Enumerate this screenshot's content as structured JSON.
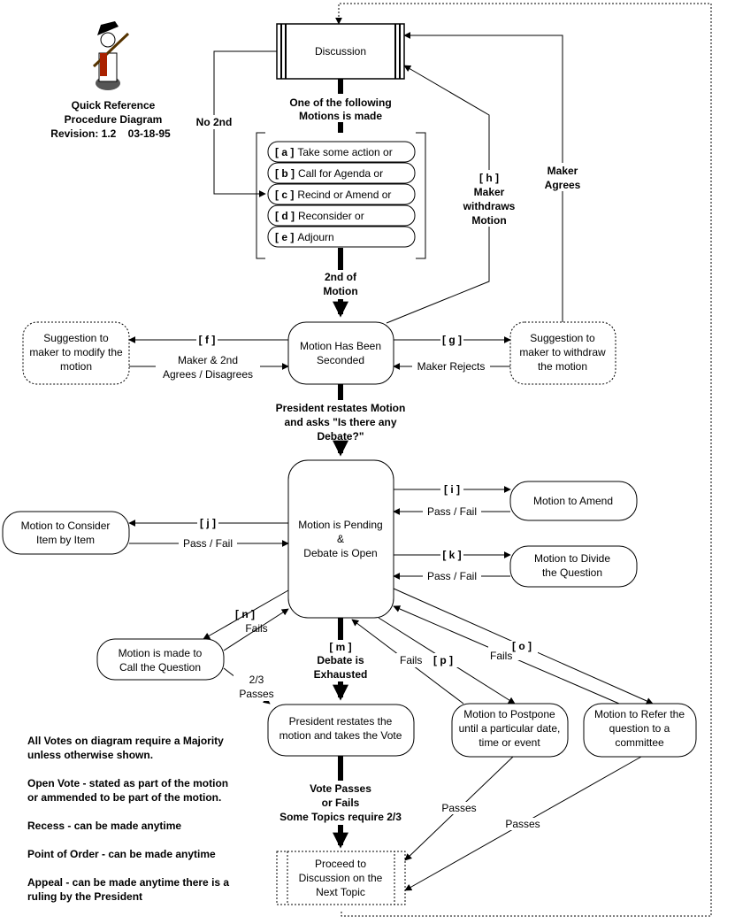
{
  "header": {
    "title_lines": [
      "Quick Reference",
      "Procedure Diagram",
      "Revision: 1.2    03-18-95"
    ]
  },
  "nodes": {
    "discussion": "Discussion",
    "options": [
      {
        "tag": "[ a ]",
        "text": "Take some action or"
      },
      {
        "tag": "[ b ]",
        "text": "Call for Agenda or"
      },
      {
        "tag": "[ c ]",
        "text": "Recind or Amend or"
      },
      {
        "tag": "[ d ]",
        "text": "Reconsider or"
      },
      {
        "tag": "[ e ]",
        "text": "Adjourn"
      }
    ],
    "seconded": [
      "Motion Has Been",
      "Seconded"
    ],
    "suggest_modify": [
      "Suggestion to",
      "maker to modify the",
      "motion"
    ],
    "suggest_withdraw": [
      "Suggestion to",
      "maker to withdraw",
      "the motion"
    ],
    "pending": [
      "Motion is Pending",
      "&",
      "Debate is Open"
    ],
    "amend": "Motion to Amend",
    "divide": [
      "Motion to Divide",
      "the Question"
    ],
    "consider": [
      "Motion to Consider",
      "Item by Item"
    ],
    "call_question": [
      "Motion is made to",
      "Call the Question"
    ],
    "vote": [
      "President restates the",
      "motion and takes the Vote"
    ],
    "postpone": [
      "Motion to Postpone",
      "until a particular date,",
      "time or event"
    ],
    "refer": [
      "Motion to Refer the",
      "question to a",
      "committee"
    ],
    "next_topic": [
      "Proceed to",
      "Discussion on the",
      "Next Topic"
    ]
  },
  "labels": {
    "one_of": [
      "One of the following",
      "Motions is made"
    ],
    "no_2nd": "No 2nd",
    "second_of": [
      "2nd of",
      "Motion"
    ],
    "h": [
      "[ h ]",
      "Maker",
      "withdraws",
      "Motion"
    ],
    "maker_agrees": [
      "Maker",
      "Agrees"
    ],
    "f": "[ f ]",
    "g": "[ g ]",
    "maker_2nd": [
      "Maker & 2nd",
      "Agrees / Disagrees"
    ],
    "maker_rejects": "Maker Rejects",
    "restates": [
      "President restates Motion",
      "and asks \"Is there any",
      "Debate?\""
    ],
    "i": "[ i ]",
    "j": "[ j ]",
    "k": "[ k ]",
    "pass_fail": "Pass / Fail",
    "n": "[ n ]",
    "fails": "Fails",
    "m": "[ m ]",
    "debate_exhausted": [
      "Debate is",
      "Exhausted"
    ],
    "p": "[ p ]",
    "o": "[ o ]",
    "two_thirds": [
      "2/3",
      "Passes"
    ],
    "vote_passes": [
      "Vote Passes",
      "or Fails",
      "Some Topics require 2/3"
    ],
    "passes": "Passes"
  },
  "notes": [
    [
      "All Votes on diagram require a Majority",
      "unless otherwise shown."
    ],
    [
      "Open Vote - stated as part of the motion",
      "or ammended to be part of the motion."
    ],
    [
      "Recess - can be made anytime"
    ],
    [
      "Point of Order - can be made anytime"
    ],
    [
      "Appeal - can be made anytime there is a",
      "ruling by the President"
    ]
  ]
}
